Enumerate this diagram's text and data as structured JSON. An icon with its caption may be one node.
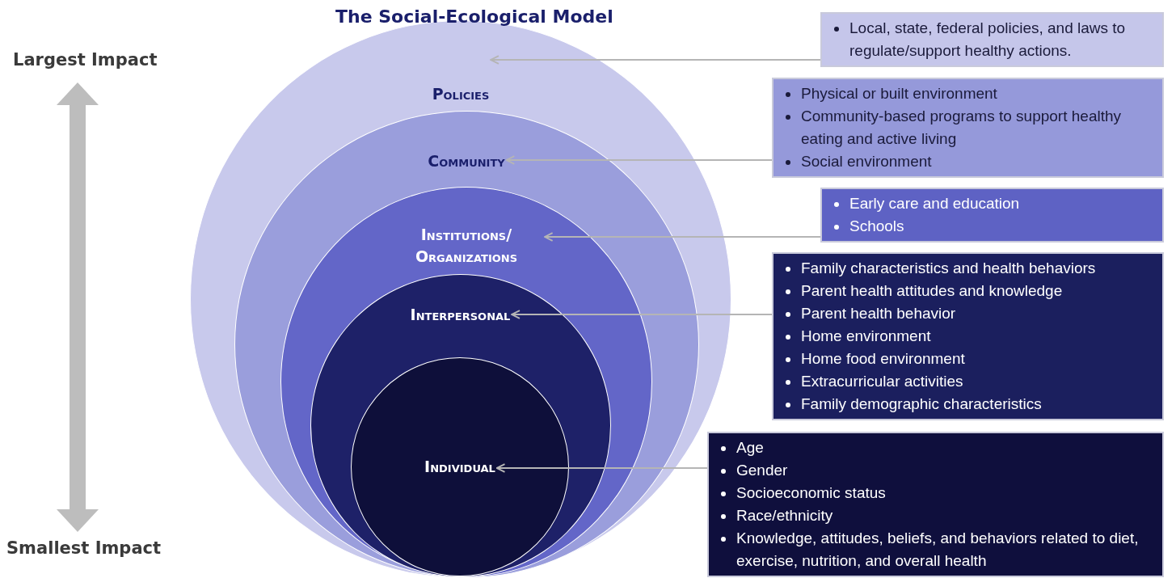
{
  "diagram": {
    "title": "The Social-Ecological Model",
    "nodes": [
      {
        "text": [
          "Policies"
        ]
      },
      {
        "text": [
          "Community"
        ],
        "in": 0
      },
      {
        "text": [
          "Institutions/ Organizations"
        ],
        "in": 1
      },
      {
        "text": [
          "Interpersonal"
        ],
        "in": 2
      },
      {
        "text": [
          "Individual"
        ],
        "in": 3
      },
      {
        "text": [
          "Local, state, federal policies, and laws to regulate/support healthy actions."
        ]
      },
      {
        "text": [
          "Physical or built environment",
          "Community-based programs to support healthy eating and active living",
          "Social environment"
        ]
      },
      {
        "text": [
          "Early care and education",
          "Schools"
        ]
      },
      {
        "text": [
          "Family characteristics and health behaviors",
          "Parent health attitudes and knowledge",
          "Parent health behavior",
          "Home environment",
          "Home food environment",
          "Extracurricular activities",
          "Family demographic characteristics"
        ]
      },
      {
        "text": [
          "Age",
          "Gender",
          "Socioeconomic status",
          "Race/ethnicity",
          "Knowledge, attitudes, beliefs, and behaviors related to diet, exercise, nutrition, and overall health"
        ]
      }
    ],
    "edges": [
      {
        "from": 5,
        "to": 0,
        "arrow": "to"
      },
      {
        "from": 6,
        "to": 1,
        "arrow": "to"
      },
      {
        "from": 7,
        "to": 2,
        "arrow": "to"
      },
      {
        "from": 8,
        "to": 3,
        "arrow": "to"
      },
      {
        "from": 9,
        "to": 4,
        "arrow": "to"
      }
    ],
    "labels": [
      "Largest Impact",
      "Smallest Impact"
    ]
  }
}
